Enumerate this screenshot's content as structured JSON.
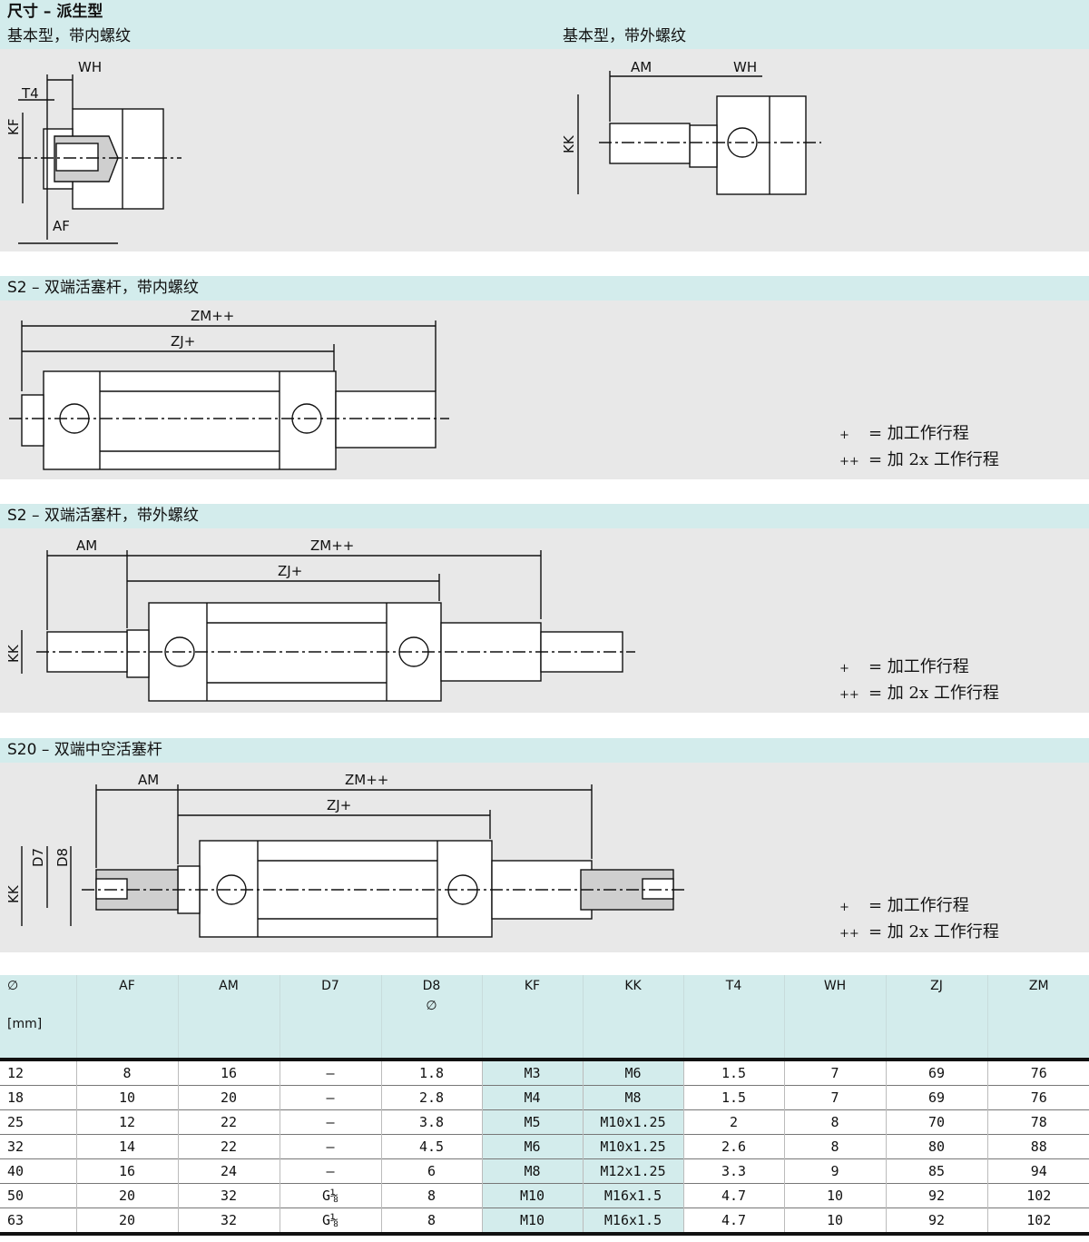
{
  "header": {
    "title": "尺寸 – 派生型"
  },
  "section1": {
    "left_title": "基本型，带内螺纹",
    "right_title": "基本型，带外螺纹"
  },
  "section2": {
    "title": "S2 – 双端活塞杆，带内螺纹"
  },
  "section3": {
    "title": "S2 – 双端活塞杆，带外螺纹"
  },
  "section4": {
    "title": "S20 – 双端中空活塞杆"
  },
  "dims": {
    "wh": "WH",
    "t4": "T4",
    "kf": "KF",
    "af": "AF",
    "am": "AM",
    "kk": "KK",
    "zm": "ZM++",
    "zj": "ZJ+",
    "d7": "D7",
    "d8": "D8"
  },
  "legend": {
    "plus_sym": "+",
    "plus_text": "= 加工作行程",
    "pp_sym": "++",
    "pp_text": "= 加 2x 工作行程"
  },
  "table": {
    "headers": [
      "∅",
      "AF",
      "AM",
      "D7",
      "D8",
      "KF",
      "KK",
      "T4",
      "WH",
      "ZJ",
      "ZM"
    ],
    "sub_headers": [
      "[mm]",
      "",
      "",
      "",
      "∅",
      "",
      "",
      "",
      "",
      "",
      ""
    ],
    "rows": [
      [
        "12",
        "8",
        "16",
        "–",
        "1.8",
        "M3",
        "M6",
        "1.5",
        "7",
        "69",
        "76"
      ],
      [
        "18",
        "10",
        "20",
        "–",
        "2.8",
        "M4",
        "M8",
        "1.5",
        "7",
        "69",
        "76"
      ],
      [
        "25",
        "12",
        "22",
        "–",
        "3.8",
        "M5",
        "M10x1.25",
        "2",
        "8",
        "70",
        "78"
      ],
      [
        "32",
        "14",
        "22",
        "–",
        "4.5",
        "M6",
        "M10x1.25",
        "2.6",
        "8",
        "80",
        "88"
      ],
      [
        "40",
        "16",
        "24",
        "–",
        "6",
        "M8",
        "M12x1.25",
        "3.3",
        "9",
        "85",
        "94"
      ],
      [
        "50",
        "20",
        "32",
        "G⅛",
        "8",
        "M10",
        "M16x1.5",
        "4.7",
        "10",
        "92",
        "102"
      ],
      [
        "63",
        "20",
        "32",
        "G⅛",
        "8",
        "M10",
        "M16x1.5",
        "4.7",
        "10",
        "92",
        "102"
      ]
    ]
  },
  "colors": {
    "header_bg": "#d3ecec",
    "panel_bg": "#e8e8e8",
    "highlight": "#d3ecec"
  }
}
